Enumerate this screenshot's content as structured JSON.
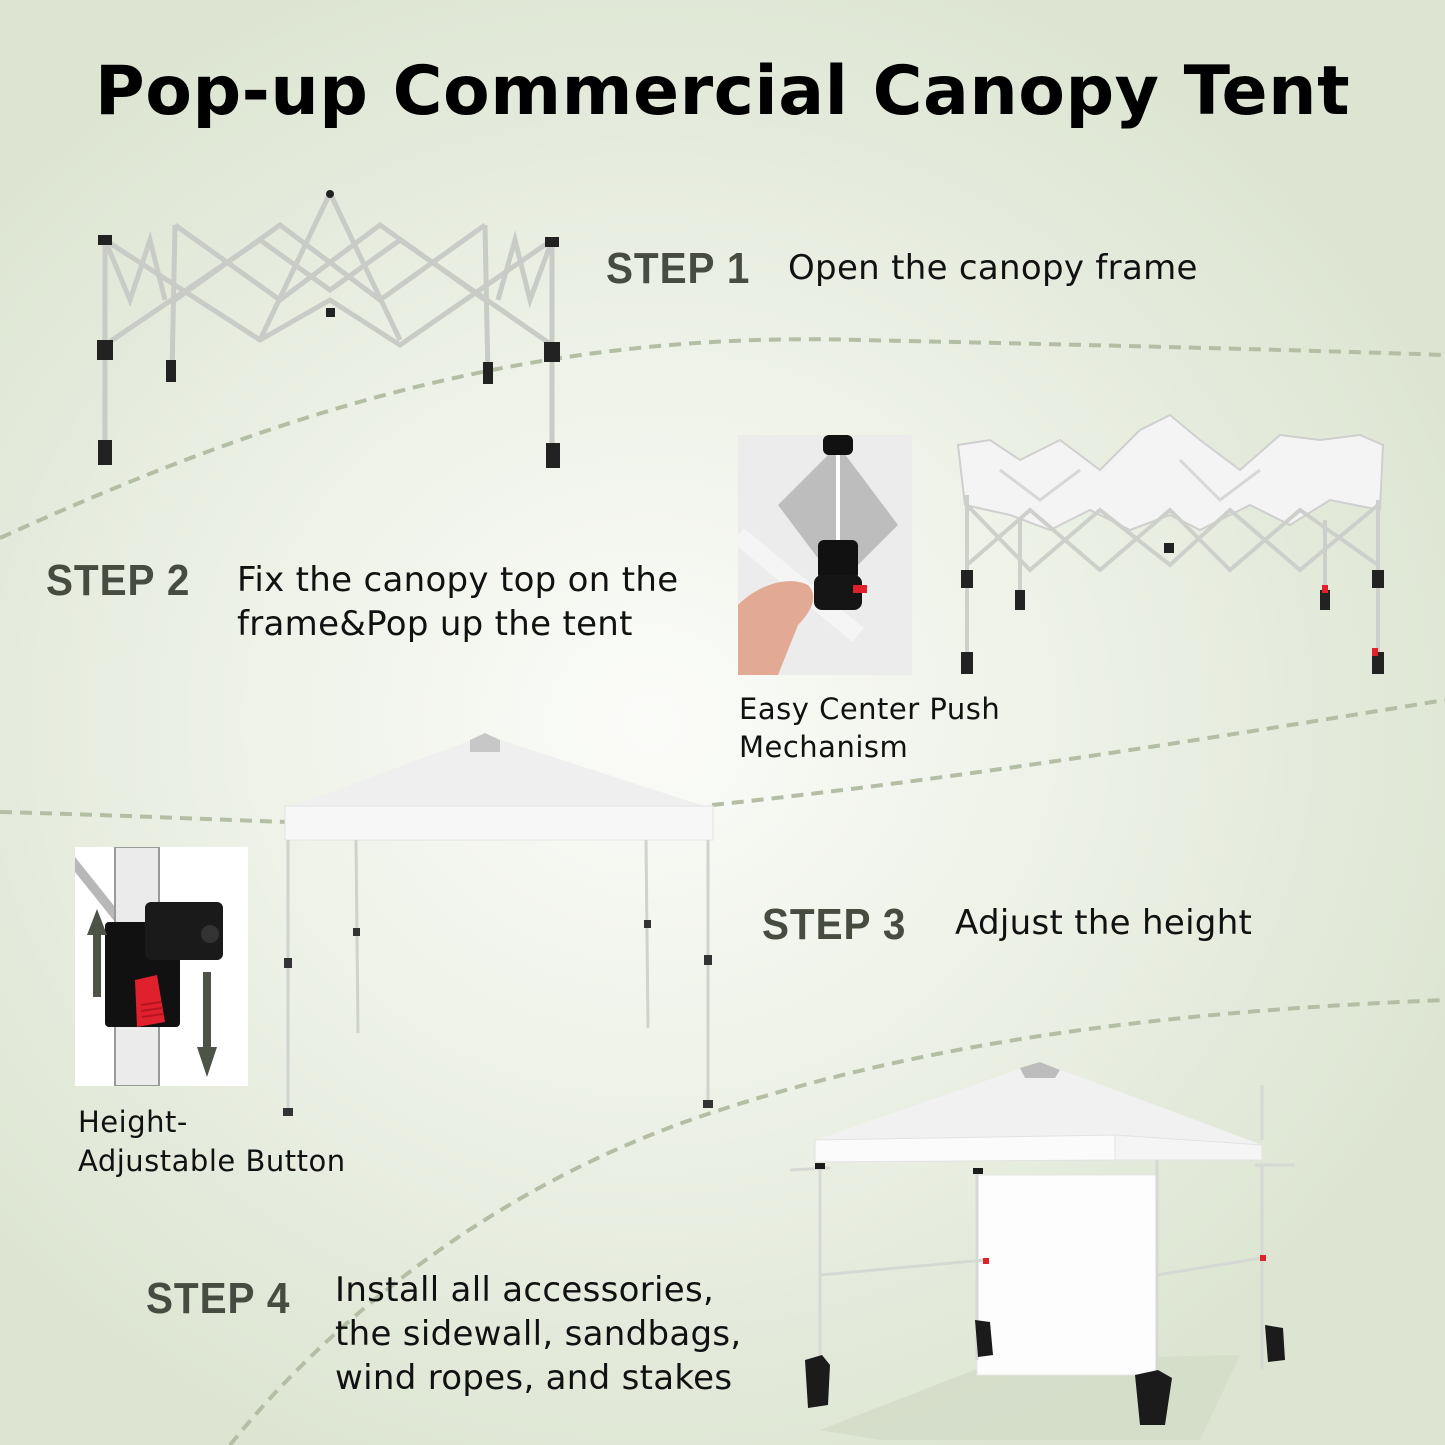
{
  "title": "Pop-up Commercial Canopy Tent",
  "steps": [
    {
      "label": "STEP 1",
      "text": "Open the canopy frame"
    },
    {
      "label": "STEP 2",
      "text_line1": "Fix the canopy top on the",
      "text_line2": "frame&Pop up the tent"
    },
    {
      "label": "STEP 3",
      "text": "Adjust the height"
    },
    {
      "label": "STEP 4",
      "text_line1": "Install all accessories,",
      "text_line2": "the sidewall, sandbags,",
      "text_line3": "wind ropes, and stakes"
    }
  ],
  "captions": {
    "center_push_line1": "Easy Center Push",
    "center_push_line2": "Mechanism",
    "height_button_line1": "Height-",
    "height_button_line2": "Adjustable Button"
  },
  "colors": {
    "background": "#e6ecdd",
    "step_label": "#474c41",
    "dashed_path": "#b3bea4",
    "lock_button": "#e0202c",
    "arrow": "#4d5447"
  }
}
